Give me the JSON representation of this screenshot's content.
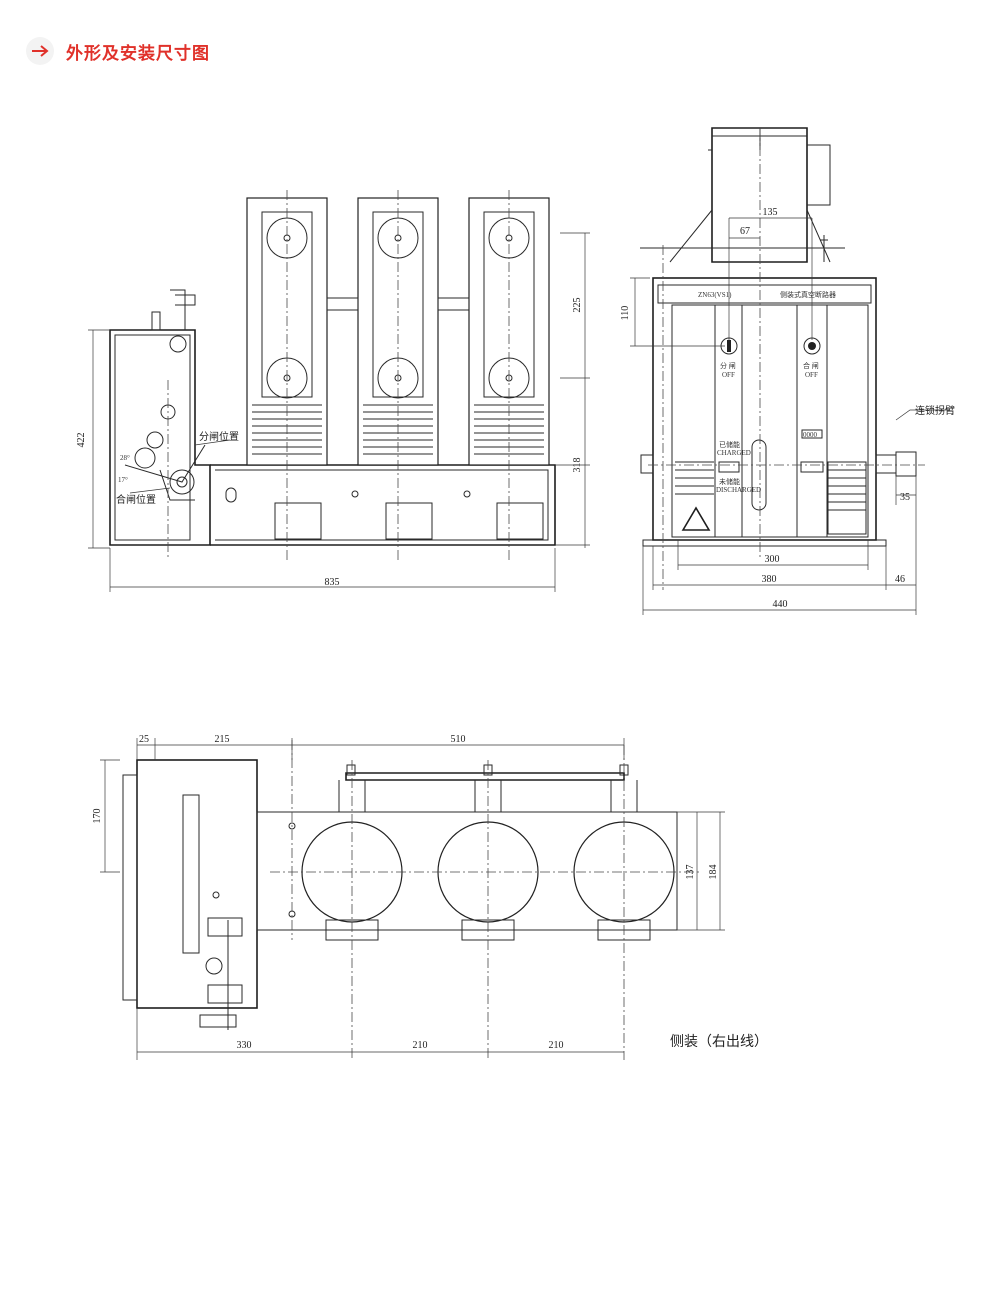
{
  "header": {
    "title": "外形及安装尺寸图"
  },
  "front_view": {
    "dims": {
      "w835": "835",
      "h422": "422",
      "h318": "318",
      "h225": "225"
    },
    "labels": {
      "open_pos": "分闸位置",
      "close_pos": "合闸位置",
      "angle1": "28°",
      "angle2": "17°"
    }
  },
  "side_view": {
    "dims": {
      "d135": "135",
      "d67": "67",
      "d110": "110",
      "d300": "300",
      "d380": "380",
      "d440": "440",
      "d46": "46",
      "d35": "35"
    },
    "nameplate": {
      "model": "ZN63(VS1)",
      "name": "侧装式真空断路器"
    },
    "labels": {
      "interlock_arm": "连锁拐臂"
    },
    "panel": {
      "off": "分 闸",
      "off_en": "OFF",
      "on": "合 闸",
      "on_en": "OFF",
      "charged": "已储能",
      "charged_en": "CHARGED",
      "uncharged": "未储能",
      "uncharged_en": "DISCHARGED",
      "counter": "0000"
    }
  },
  "top_view": {
    "dims": {
      "d25": "25",
      "d215": "215",
      "d510": "510",
      "d170": "170",
      "d137": "137",
      "d184": "184",
      "d330": "330",
      "d210a": "210",
      "d210b": "210"
    },
    "caption": "侧装（右出线）"
  }
}
